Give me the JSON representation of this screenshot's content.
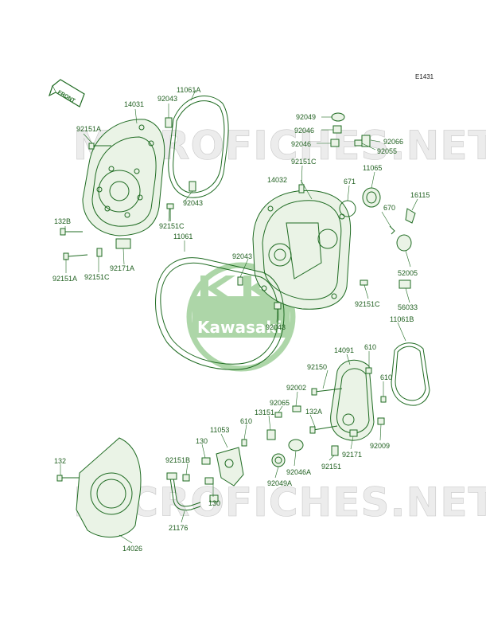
{
  "diagram_code": "E1431",
  "front_label": "FRONT",
  "watermark_text": "MICROFICHES.NET",
  "logo_text": "Kawasaki",
  "colors": {
    "line": "#1f6b22",
    "logo": "#9fd09a",
    "watermark": "#dcdcdc"
  },
  "labels": [
    "11061A",
    "14031",
    "92043",
    "92151A",
    "92043",
    "92151C",
    "132B",
    "92151A",
    "92151C",
    "92171A",
    "92049",
    "92046",
    "92046",
    "92066",
    "92055",
    "92151C",
    "14032",
    "671",
    "11065",
    "16115",
    "670",
    "11061",
    "92043",
    "52005",
    "92151C",
    "56033",
    "92043",
    "11061B",
    "14091",
    "610",
    "92150",
    "610",
    "92002",
    "92065",
    "13151",
    "132A",
    "11053",
    "130",
    "92151B",
    "610",
    "130",
    "92046A",
    "92049A",
    "92151",
    "92171",
    "92009",
    "132",
    "21176",
    "14026"
  ]
}
